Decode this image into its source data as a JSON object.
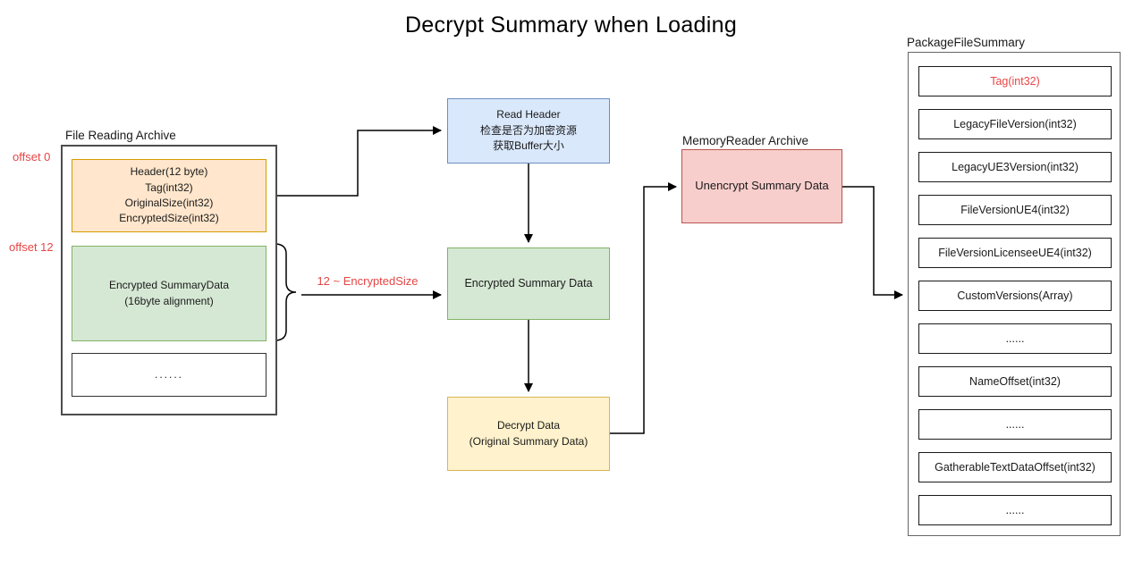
{
  "title": "Decrypt Summary when Loading",
  "colors": {
    "orange_fill": "#ffe6cc",
    "orange_stroke": "#d79b00",
    "green_fill": "#d5e8d4",
    "green_stroke": "#82b366",
    "blue_fill": "#dae8fc",
    "blue_stroke": "#6c8ebf",
    "yellow_fill": "#fff2cc",
    "yellow_stroke": "#d6b656",
    "pink_fill": "#f8cecc",
    "pink_stroke": "#b85450",
    "annotation_red": "#e64545"
  },
  "file_reading_archive": {
    "label": "File Reading Archive",
    "offset_0": "offset 0",
    "offset_12": "offset 12",
    "header_box": [
      "Header(12 byte)",
      "Tag(int32)",
      "OriginalSize(int32)",
      "EncryptedSize(int32)"
    ],
    "encrypted_box": [
      "Encrypted SummaryData",
      "(16byte alignment)"
    ],
    "ellipsis_box": "......"
  },
  "flow": {
    "range_label": "12 ~ EncryptedSize",
    "read_header": [
      "Read Header",
      "检查是否为加密资源",
      "获取Buffer大小"
    ],
    "encrypted_summary": "Encrypted Summary Data",
    "decrypt_data": [
      "Decrypt Data",
      "(Original Summary Data)"
    ]
  },
  "memory_reader": {
    "label": "MemoryReader Archive",
    "box": "Unencrypt Summary Data"
  },
  "package_file_summary": {
    "label": "PackageFileSummary",
    "rows": [
      {
        "text": "Tag(int32)",
        "red": true
      },
      {
        "text": "LegacyFileVersion(int32)"
      },
      {
        "text": "LegacyUE3Version(int32)"
      },
      {
        "text": "FileVersionUE4(int32)"
      },
      {
        "text": "FileVersionLicenseeUE4(int32)"
      },
      {
        "text": "CustomVersions(Array)"
      },
      {
        "text": "......"
      },
      {
        "text": "NameOffset(int32)"
      },
      {
        "text": "......"
      },
      {
        "text": "GatherableTextDataOffset(int32)"
      },
      {
        "text": "......"
      }
    ]
  }
}
